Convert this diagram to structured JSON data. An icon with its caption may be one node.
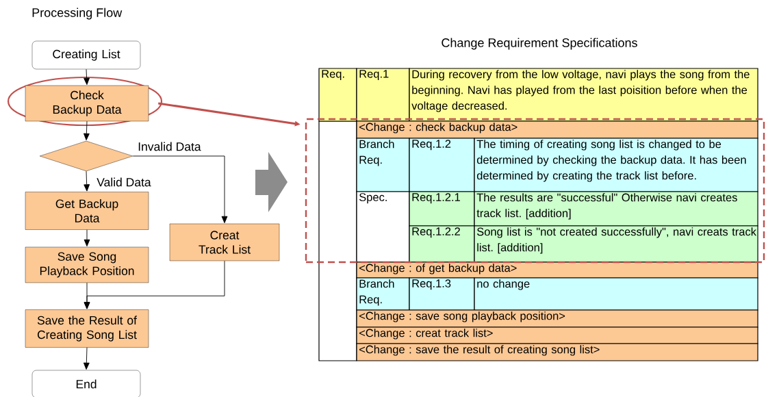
{
  "diagram": {
    "title": "Processing Flow",
    "nodes": [
      {
        "text": [
          "Creating List"
        ]
      },
      {
        "text": [
          "Check Backup Data"
        ]
      },
      {
        "text": [],
        "shape": "diamond"
      },
      {
        "text": [
          "Get Backup Data"
        ]
      },
      {
        "text": [
          "Save Song Playback Position"
        ]
      },
      {
        "text": [
          "Creat Track List"
        ]
      },
      {
        "text": [
          "Save the Result of Creating Song List"
        ]
      },
      {
        "text": [
          "End"
        ]
      },
      {
        "text": [],
        "shape": "box"
      }
    ],
    "edges": [
      {
        "from": 0,
        "to": 1,
        "arrow": "to"
      },
      {
        "from": 1,
        "to": 2,
        "arrow": "to"
      },
      {
        "from": 2,
        "to": 3,
        "arrow": "to",
        "label": "Valid Data"
      },
      {
        "from": 2,
        "to": 5,
        "arrow": "to",
        "label": "Invalid Data"
      },
      {
        "from": 3,
        "to": 4,
        "arrow": "to"
      },
      {
        "from": 4,
        "to": 6,
        "arrow": "to"
      },
      {
        "from": 5,
        "to": 6,
        "arrow": "to"
      },
      {
        "from": 6,
        "to": 7,
        "arrow": "to"
      },
      {
        "from": 1,
        "to": 8,
        "arrow": "to",
        "style": "thick",
        "color": "#c0504d"
      }
    ],
    "labels": [
      "Change Requirement Specifications",
      "Req.",
      "Req.1",
      "During recovery from the low voltage, navi plays the song from the beginning. Navi has played from the last poisition before when the voltage decreased.",
      "<Change : check backup data>",
      "Branch Req.",
      "Req.1.2",
      "The timing of creating song list is changed to be determined by checking the backup data. It has been determined by creating the track list before.",
      "Spec.",
      "Req.1.2.1",
      "The results are \"successful\" Otherwise navi creates track list. [addition]",
      "Req.1.2.2",
      "Song list is \"not created successfully\", navi creats track list. [addition]",
      "<Change : of get backup data>",
      "Branch Req.",
      "Req.1.3",
      "no change",
      "<Change : save song playback position>",
      "<Change : creat track list>",
      "<Change : save the result of creating song list>"
    ]
  }
}
